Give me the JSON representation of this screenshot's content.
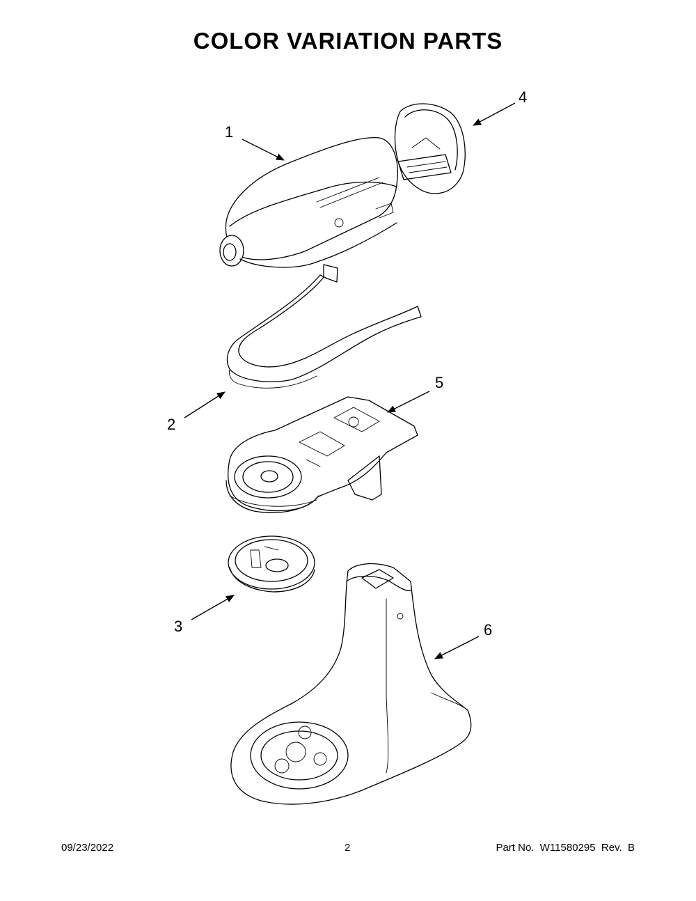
{
  "header": {
    "title": "COLOR VARIATION PARTS"
  },
  "callouts": [
    {
      "id": "1",
      "label": "1"
    },
    {
      "id": "2",
      "label": "2"
    },
    {
      "id": "3",
      "label": "3"
    },
    {
      "id": "4",
      "label": "4"
    },
    {
      "id": "5",
      "label": "5"
    },
    {
      "id": "6",
      "label": "6"
    }
  ],
  "footer": {
    "date": "09/23/2022",
    "page": "2",
    "part_no": "Part No.  W11580295  Rev.  B"
  }
}
